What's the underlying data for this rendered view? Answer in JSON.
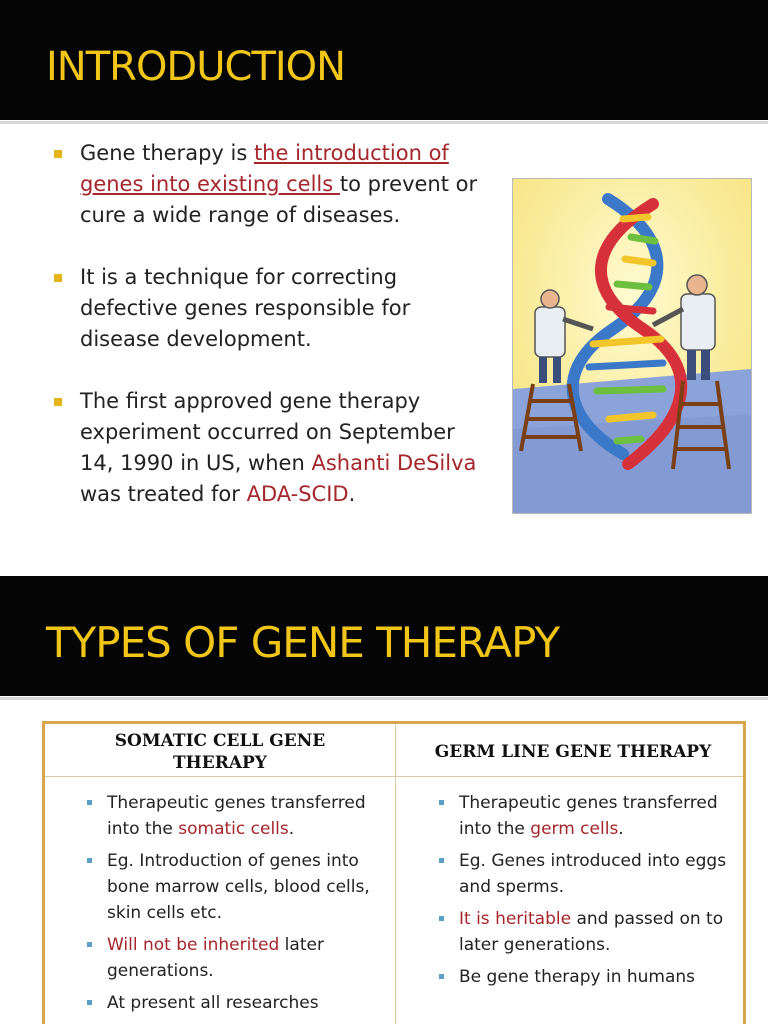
{
  "slide1": {
    "title": "INTRODUCTION",
    "bullets": [
      {
        "parts": [
          {
            "text": "Gene therapy is ",
            "style": "plain"
          },
          {
            "text": "the introduction of genes into existing cells ",
            "style": "hl-u"
          },
          {
            "text": "to prevent or cure a wide range of diseases.",
            "style": "plain"
          }
        ]
      },
      {
        "parts": [
          {
            "text": "It is a technique for correcting defective genes responsible for disease development.",
            "style": "plain"
          }
        ]
      },
      {
        "parts": [
          {
            "text": "The first approved gene therapy experiment  occurred on September 14, 1990 in US, when ",
            "style": "plain"
          },
          {
            "text": "Ashanti DeSilva",
            "style": "hl"
          },
          {
            "text": " was treated for ",
            "style": "plain"
          },
          {
            "text": "ADA-SCID",
            "style": "hl"
          },
          {
            "text": ".",
            "style": "plain"
          }
        ]
      }
    ],
    "image_icon": "dna-repair-illustration",
    "colors": {
      "title_bar": "#050505",
      "title_text": "#f2c618",
      "highlight": "#a5262b",
      "bullet": "#e3b41c"
    }
  },
  "slide2": {
    "title": "TYPES OF GENE THERAPY",
    "left_header": "SOMATIC CELL GENE THERAPY",
    "right_header": "GERM LINE GENE THERAPY",
    "left_items": [
      {
        "parts": [
          {
            "text": "Therapeutic genes transferred into the ",
            "style": "plain"
          },
          {
            "text": "somatic cells",
            "style": "hl"
          },
          {
            "text": ".",
            "style": "plain"
          }
        ]
      },
      {
        "parts": [
          {
            "text": "Eg. Introduction of genes into bone marrow cells, blood cells, skin cells etc.",
            "style": "plain"
          }
        ]
      },
      {
        "parts": [
          {
            "text": "Will not be inherited",
            "style": "hl"
          },
          {
            "text": " later generations.",
            "style": "plain"
          }
        ]
      },
      {
        "parts": [
          {
            "text": "At present all researches",
            "style": "plain"
          }
        ]
      }
    ],
    "right_items": [
      {
        "parts": [
          {
            "text": "Therapeutic genes transferred into the ",
            "style": "plain"
          },
          {
            "text": "germ cells",
            "style": "hl"
          },
          {
            "text": ".",
            "style": "plain"
          }
        ]
      },
      {
        "parts": [
          {
            "text": "Eg. Genes introduced into eggs and sperms.",
            "style": "plain"
          }
        ]
      },
      {
        "parts": [
          {
            "text": "It is heritable",
            "style": "hl"
          },
          {
            "text": " and passed on to later generations.",
            "style": "plain"
          }
        ]
      },
      {
        "parts": [
          {
            "text": "Be gene therapy in humans",
            "style": "plain"
          }
        ]
      }
    ],
    "colors": {
      "table_border": "#d9a64c",
      "bullet": "#5aa0c8"
    }
  }
}
